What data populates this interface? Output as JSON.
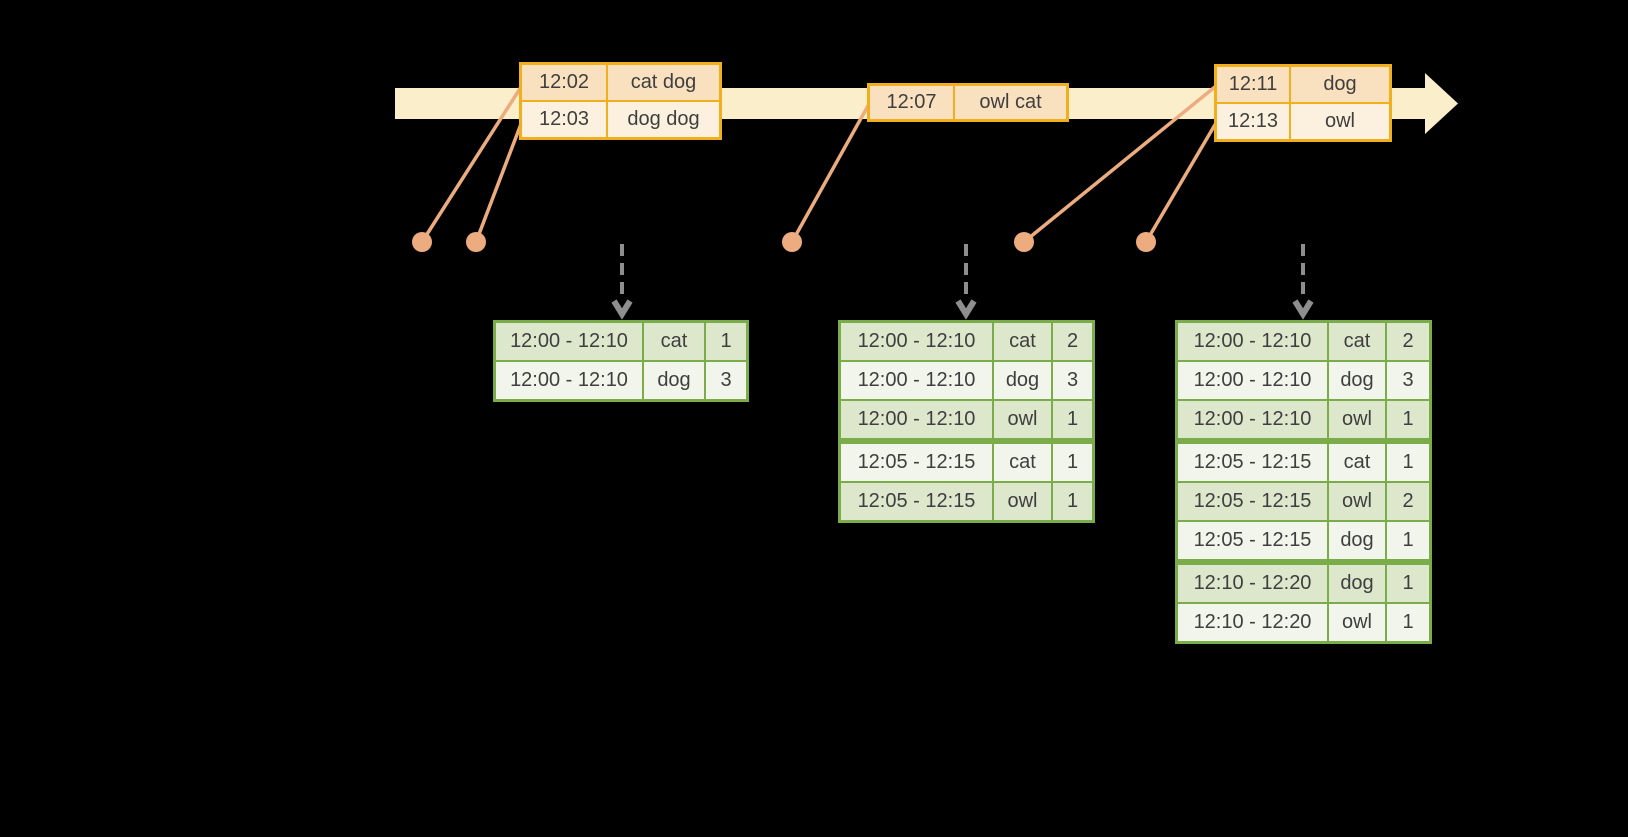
{
  "colors": {
    "background": "#000000",
    "timeline_fill": "#FBEFCB",
    "event_border": "#F1AE1D",
    "event_row_dark": "#F9E0BE",
    "event_row_light": "#FCF1DF",
    "connector": "#EDAC7F",
    "result_border": "#7AAC49",
    "result_row_dark": "#DCE7CC",
    "result_row_light": "#F2F5EB",
    "trigger_arrow": "#8E8E8E",
    "text": "#3F3F3F"
  },
  "event_tables": [
    {
      "rows": [
        [
          "12:02",
          "cat dog"
        ],
        [
          "12:03",
          "dog dog"
        ]
      ]
    },
    {
      "rows": [
        [
          "12:07",
          "owl cat"
        ]
      ]
    },
    {
      "rows": [
        [
          "12:11",
          "dog"
        ],
        [
          "12:13",
          "owl"
        ]
      ]
    }
  ],
  "result_tables": [
    {
      "rows": [
        [
          "12:00 - 12:10",
          "cat",
          "1"
        ],
        [
          "12:00 - 12:10",
          "dog",
          "3"
        ]
      ]
    },
    {
      "rows": [
        [
          "12:00 - 12:10",
          "cat",
          "2"
        ],
        [
          "12:00 - 12:10",
          "dog",
          "3"
        ],
        [
          "12:00 - 12:10",
          "owl",
          "1"
        ],
        [
          "12:05 - 12:15",
          "cat",
          "1"
        ],
        [
          "12:05 - 12:15",
          "owl",
          "1"
        ]
      ]
    },
    {
      "rows": [
        [
          "12:00 - 12:10",
          "cat",
          "2"
        ],
        [
          "12:00 - 12:10",
          "dog",
          "3"
        ],
        [
          "12:00 - 12:10",
          "owl",
          "1"
        ],
        [
          "12:05 - 12:15",
          "cat",
          "1"
        ],
        [
          "12:05 - 12:15",
          "owl",
          "2"
        ],
        [
          "12:05 - 12:15",
          "dog",
          "1"
        ],
        [
          "12:10 - 12:20",
          "dog",
          "1"
        ],
        [
          "12:10 - 12:20",
          "owl",
          "1"
        ]
      ]
    }
  ]
}
